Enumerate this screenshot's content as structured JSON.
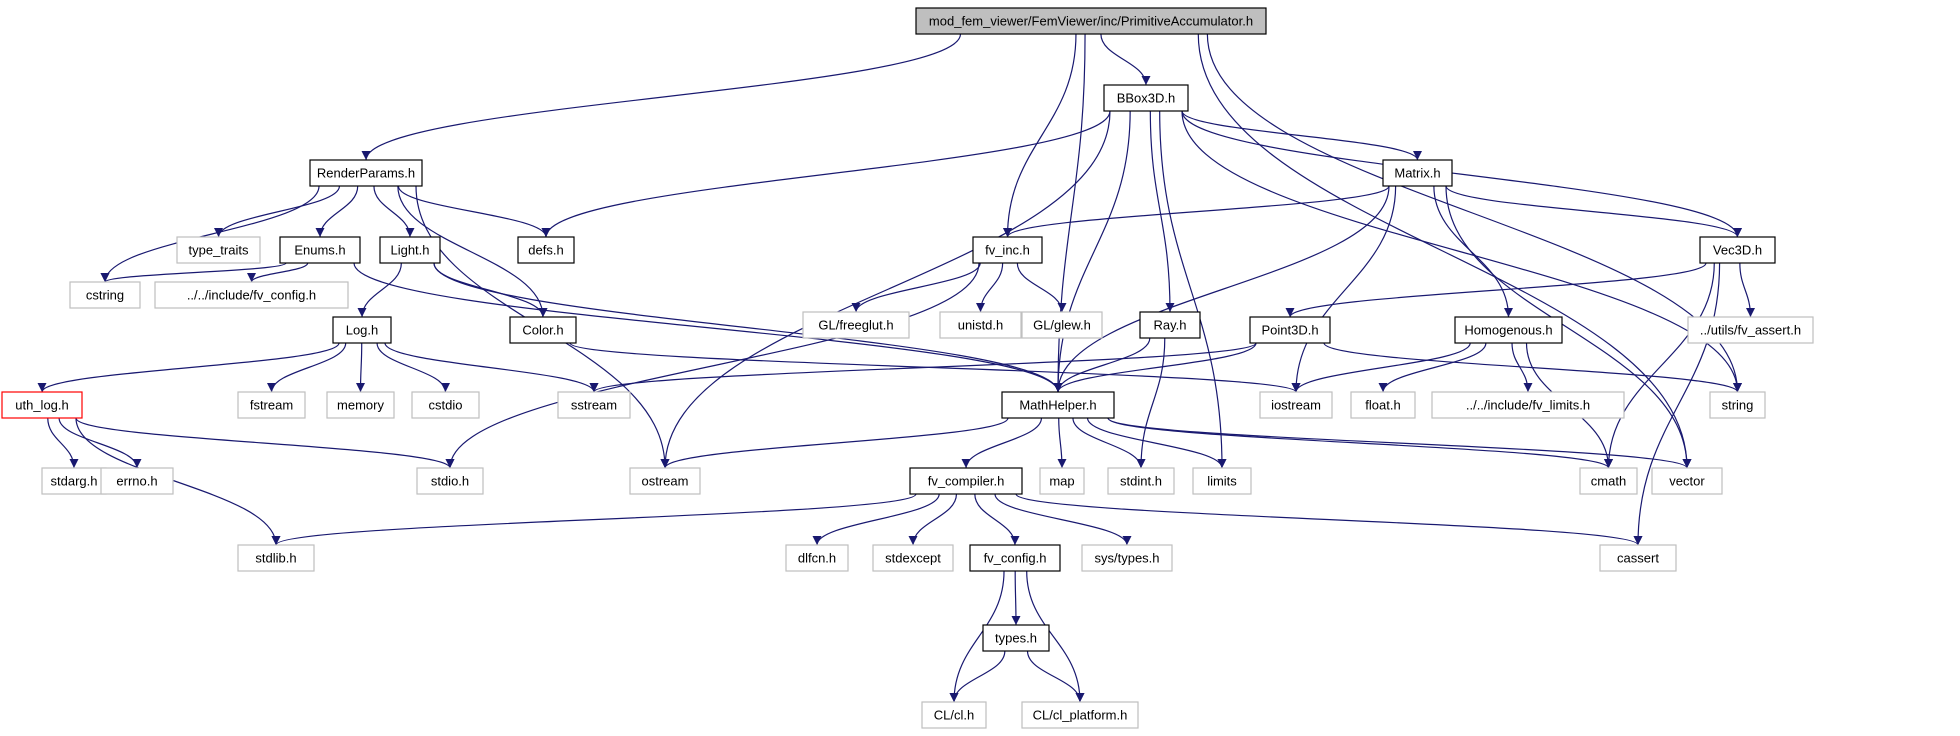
{
  "graph": {
    "root": "mod_fem_viewer/FemViewer/inc/PrimitiveAccumulator.h",
    "colors": {
      "edge": "#191970",
      "root_fill": "#bfbfbf",
      "root_border": "#000000",
      "local_border": "#000000",
      "system_border": "#bfbfbf",
      "missing_border": "#ff0000",
      "node_fill": "#ffffff"
    },
    "nodes": [
      {
        "id": "primitive",
        "label": "mod_fem_viewer/FemViewer/inc/PrimitiveAccumulator.h",
        "kind": "root"
      },
      {
        "id": "bbox",
        "label": "BBox3D.h",
        "kind": "local"
      },
      {
        "id": "renderparams",
        "label": "RenderParams.h",
        "kind": "local"
      },
      {
        "id": "matrix",
        "label": "Matrix.h",
        "kind": "local"
      },
      {
        "id": "typetraits",
        "label": "type_traits",
        "kind": "system"
      },
      {
        "id": "enums",
        "label": "Enums.h",
        "kind": "local"
      },
      {
        "id": "light",
        "label": "Light.h",
        "kind": "local"
      },
      {
        "id": "defs",
        "label": "defs.h",
        "kind": "local"
      },
      {
        "id": "fvinc",
        "label": "fv_inc.h",
        "kind": "local"
      },
      {
        "id": "vec3d",
        "label": "Vec3D.h",
        "kind": "local"
      },
      {
        "id": "cstring",
        "label": "cstring",
        "kind": "system"
      },
      {
        "id": "fvconfiginc",
        "label": "../../include/fv_config.h",
        "kind": "system"
      },
      {
        "id": "log",
        "label": "Log.h",
        "kind": "local"
      },
      {
        "id": "color",
        "label": "Color.h",
        "kind": "local"
      },
      {
        "id": "glfreeglut",
        "label": "GL/freeglut.h",
        "kind": "system"
      },
      {
        "id": "unistd",
        "label": "unistd.h",
        "kind": "system"
      },
      {
        "id": "glglew",
        "label": "GL/glew.h",
        "kind": "system"
      },
      {
        "id": "ray",
        "label": "Ray.h",
        "kind": "local"
      },
      {
        "id": "point3d",
        "label": "Point3D.h",
        "kind": "local"
      },
      {
        "id": "homogenous",
        "label": "Homogenous.h",
        "kind": "local"
      },
      {
        "id": "utilsassert",
        "label": "../utils/fv_assert.h",
        "kind": "system"
      },
      {
        "id": "uthlog",
        "label": "uth_log.h",
        "kind": "missing"
      },
      {
        "id": "fstream",
        "label": "fstream",
        "kind": "system"
      },
      {
        "id": "memory",
        "label": "memory",
        "kind": "system"
      },
      {
        "id": "cstdio",
        "label": "cstdio",
        "kind": "system"
      },
      {
        "id": "sstream",
        "label": "sstream",
        "kind": "system"
      },
      {
        "id": "mathhelper",
        "label": "MathHelper.h",
        "kind": "local"
      },
      {
        "id": "iostream",
        "label": "iostream",
        "kind": "system"
      },
      {
        "id": "floath",
        "label": "float.h",
        "kind": "system"
      },
      {
        "id": "fvlimits",
        "label": "../../include/fv_limits.h",
        "kind": "system"
      },
      {
        "id": "string",
        "label": "string",
        "kind": "system"
      },
      {
        "id": "stdarg",
        "label": "stdarg.h",
        "kind": "system"
      },
      {
        "id": "errno",
        "label": "errno.h",
        "kind": "system"
      },
      {
        "id": "stdio",
        "label": "stdio.h",
        "kind": "system"
      },
      {
        "id": "ostream",
        "label": "ostream",
        "kind": "system"
      },
      {
        "id": "fvcompiler",
        "label": "fv_compiler.h",
        "kind": "local"
      },
      {
        "id": "map",
        "label": "map",
        "kind": "system"
      },
      {
        "id": "stdint",
        "label": "stdint.h",
        "kind": "system"
      },
      {
        "id": "limits",
        "label": "limits",
        "kind": "system"
      },
      {
        "id": "cmath",
        "label": "cmath",
        "kind": "system"
      },
      {
        "id": "vector",
        "label": "vector",
        "kind": "system"
      },
      {
        "id": "stdlib",
        "label": "stdlib.h",
        "kind": "system"
      },
      {
        "id": "dlfcn",
        "label": "dlfcn.h",
        "kind": "system"
      },
      {
        "id": "stdexcept",
        "label": "stdexcept",
        "kind": "system"
      },
      {
        "id": "fvconfig",
        "label": "fv_config.h",
        "kind": "local"
      },
      {
        "id": "systypes",
        "label": "sys/types.h",
        "kind": "system"
      },
      {
        "id": "cassert",
        "label": "cassert",
        "kind": "system"
      },
      {
        "id": "types",
        "label": "types.h",
        "kind": "local"
      },
      {
        "id": "clcl",
        "label": "CL/cl.h",
        "kind": "system"
      },
      {
        "id": "clplatform",
        "label": "CL/cl_platform.h",
        "kind": "system"
      }
    ],
    "edges": [
      [
        "primitive",
        "bbox"
      ],
      [
        "primitive",
        "renderparams"
      ],
      [
        "primitive",
        "mathhelper"
      ],
      [
        "primitive",
        "fvinc"
      ],
      [
        "primitive",
        "string"
      ],
      [
        "primitive",
        "vector"
      ],
      [
        "bbox",
        "defs"
      ],
      [
        "bbox",
        "ostream"
      ],
      [
        "bbox",
        "mathhelper"
      ],
      [
        "bbox",
        "ray"
      ],
      [
        "bbox",
        "limits"
      ],
      [
        "bbox",
        "matrix"
      ],
      [
        "bbox",
        "string"
      ],
      [
        "bbox",
        "vec3d"
      ],
      [
        "renderparams",
        "cstring"
      ],
      [
        "renderparams",
        "typetraits"
      ],
      [
        "renderparams",
        "enums"
      ],
      [
        "renderparams",
        "light"
      ],
      [
        "renderparams",
        "color"
      ],
      [
        "renderparams",
        "defs"
      ],
      [
        "renderparams",
        "ostream"
      ],
      [
        "matrix",
        "fvinc"
      ],
      [
        "matrix",
        "mathhelper"
      ],
      [
        "matrix",
        "iostream"
      ],
      [
        "matrix",
        "homogenous"
      ],
      [
        "matrix",
        "vector"
      ],
      [
        "matrix",
        "vec3d"
      ],
      [
        "enums",
        "cstring"
      ],
      [
        "enums",
        "fvconfiginc"
      ],
      [
        "enums",
        "mathhelper"
      ],
      [
        "light",
        "log"
      ],
      [
        "light",
        "color"
      ],
      [
        "light",
        "mathhelper"
      ],
      [
        "fvinc",
        "glfreeglut"
      ],
      [
        "fvinc",
        "unistd"
      ],
      [
        "fvinc",
        "glglew"
      ],
      [
        "fvinc",
        "stdio"
      ],
      [
        "vec3d",
        "point3d"
      ],
      [
        "vec3d",
        "utilsassert"
      ],
      [
        "vec3d",
        "cmath"
      ],
      [
        "vec3d",
        "cassert"
      ],
      [
        "log",
        "uthlog"
      ],
      [
        "log",
        "fstream"
      ],
      [
        "log",
        "memory"
      ],
      [
        "log",
        "cstdio"
      ],
      [
        "log",
        "sstream"
      ],
      [
        "color",
        "iostream"
      ],
      [
        "ray",
        "mathhelper"
      ],
      [
        "ray",
        "stdint"
      ],
      [
        "point3d",
        "sstream"
      ],
      [
        "point3d",
        "mathhelper"
      ],
      [
        "point3d",
        "string"
      ],
      [
        "homogenous",
        "iostream"
      ],
      [
        "homogenous",
        "floath"
      ],
      [
        "homogenous",
        "fvlimits"
      ],
      [
        "homogenous",
        "cmath"
      ],
      [
        "uthlog",
        "stdarg"
      ],
      [
        "uthlog",
        "errno"
      ],
      [
        "uthlog",
        "stdio"
      ],
      [
        "uthlog",
        "stdlib"
      ],
      [
        "mathhelper",
        "ostream"
      ],
      [
        "mathhelper",
        "fvcompiler"
      ],
      [
        "mathhelper",
        "map"
      ],
      [
        "mathhelper",
        "stdint"
      ],
      [
        "mathhelper",
        "limits"
      ],
      [
        "mathhelper",
        "cmath"
      ],
      [
        "mathhelper",
        "vector"
      ],
      [
        "fvcompiler",
        "stdlib"
      ],
      [
        "fvcompiler",
        "dlfcn"
      ],
      [
        "fvcompiler",
        "stdexcept"
      ],
      [
        "fvcompiler",
        "fvconfig"
      ],
      [
        "fvcompiler",
        "systypes"
      ],
      [
        "fvcompiler",
        "cassert"
      ],
      [
        "fvconfig",
        "types"
      ],
      [
        "fvconfig",
        "clcl"
      ],
      [
        "fvconfig",
        "clplatform"
      ],
      [
        "types",
        "clcl"
      ],
      [
        "types",
        "clplatform"
      ]
    ]
  }
}
